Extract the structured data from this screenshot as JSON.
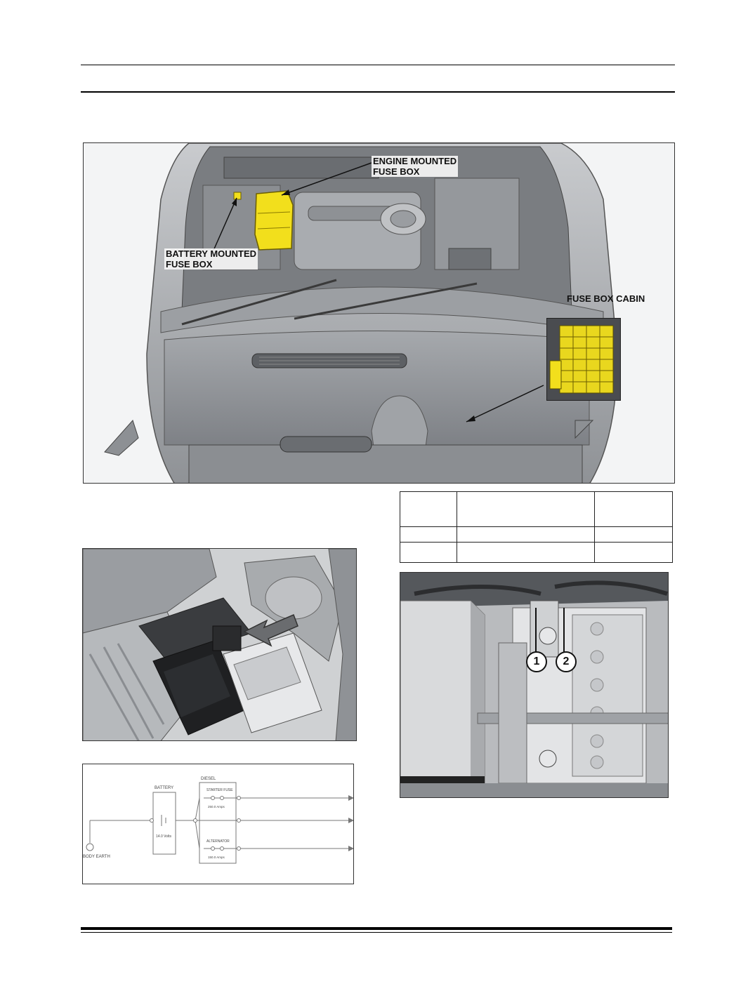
{
  "figure1": {
    "labels": {
      "engine_fuse_box": "ENGINE MOUNTED\nFUSE BOX",
      "battery_fuse_box": "BATTERY MOUNTED\nFUSE BOX",
      "fuse_box_cabin": "FUSE BOX CABIN"
    },
    "colors": {
      "fuse_highlight": "#f2df1c",
      "car_body": "#b9bcc0",
      "bay_dark": "#6d7074"
    }
  },
  "figure4": {
    "callouts": [
      "1",
      "2"
    ]
  },
  "schematic": {
    "battery_label": "BATTERY",
    "battery_value": "14.0 Volts",
    "diesel_label": "DIESEL",
    "starter_fuse_label": "STARTER FUSE",
    "starter_fuse_rating": "250.0 Amps",
    "alternator_label": "ALTERNATOR",
    "alternator_rating": "150.0 Amps",
    "ground_label": "BODY EARTH"
  }
}
